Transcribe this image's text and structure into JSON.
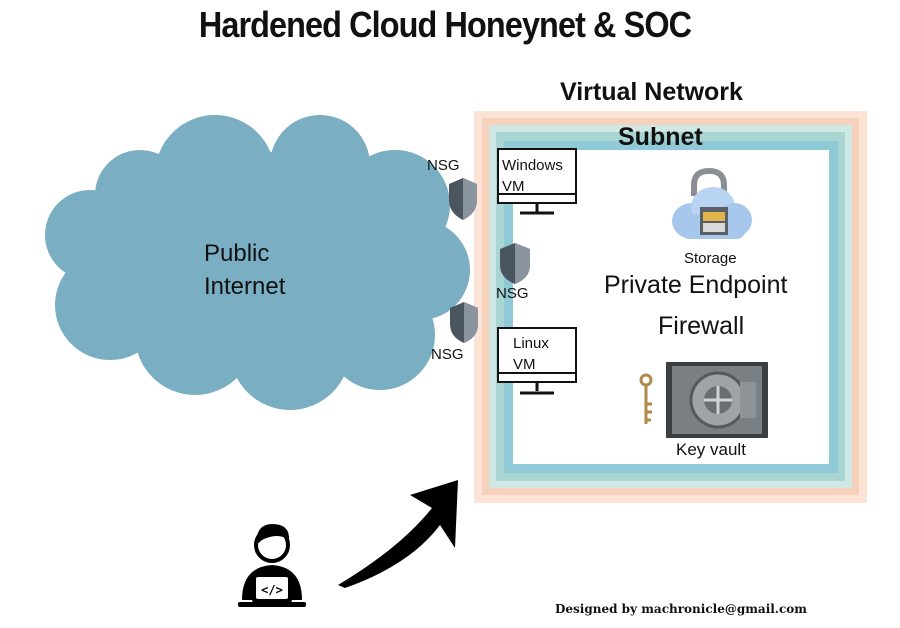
{
  "title": "Hardened Cloud Honeynet & SOC",
  "virtual_network": {
    "label": "Virtual Network"
  },
  "subnet": {
    "label": "Subnet"
  },
  "public_internet": {
    "line1": "Public",
    "line2": "Internet"
  },
  "nsg_labels": [
    "NSG",
    "NSG",
    "NSG"
  ],
  "windows_vm": {
    "line1": "Windows",
    "line2": "VM"
  },
  "linux_vm": {
    "line1": "Linux",
    "line2": "VM"
  },
  "storage": {
    "label": "Storage"
  },
  "private_endpoint": {
    "label": "Private Endpoint"
  },
  "firewall": {
    "label": "Firewall"
  },
  "key_vault": {
    "label": "Key vault"
  },
  "credit": "Designed by machronicle@gmail.com",
  "colors": {
    "cloud": "#7aaec2",
    "vnet_border": "#f6cdb4",
    "subnet_border_outer": "#a9d6d2",
    "subnet_border_inner": "#7fc6d4",
    "shield": "#5b6570"
  }
}
